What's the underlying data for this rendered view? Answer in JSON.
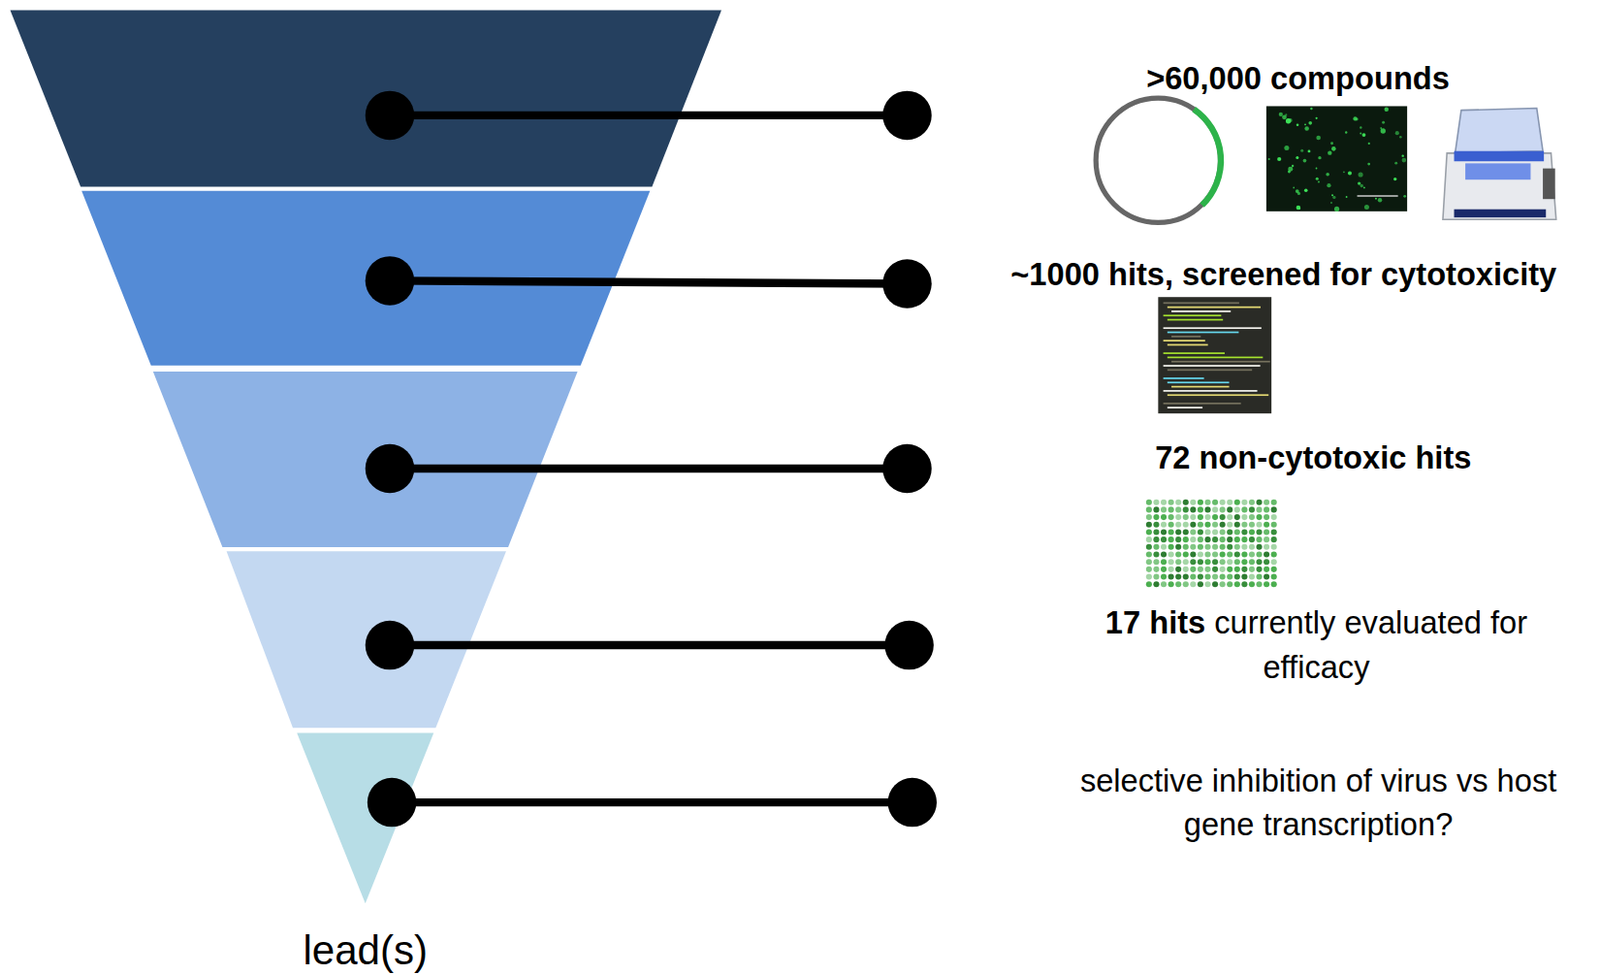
{
  "diagram": {
    "labels": [
      ">60,000 compounds",
      "~1000 hits, screened for cytotoxicity",
      "72 non-cytotoxic hits",
      "17 hits currently evaluated for efficacy",
      "selective inhibition of virus vs host gene transcription?",
      "lead(s)"
    ]
  }
}
